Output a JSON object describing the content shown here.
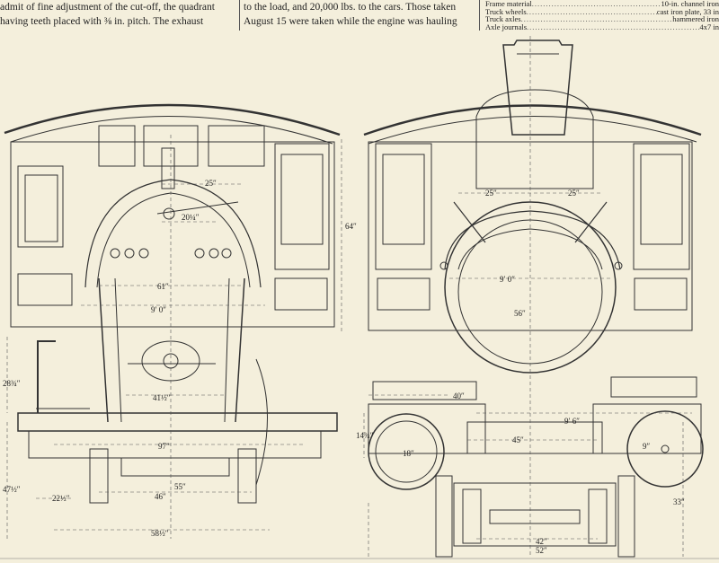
{
  "article": {
    "col1_lines": [
      "admit of fine adjustment of the cut-off, the quadrant",
      "having teeth placed with ⅜ in. pitch.  The exhaust"
    ],
    "col2_lines": [
      "to the load, and 20,000 lbs. to the cars.  Those taken",
      "August 15 were taken while the engine was hauling"
    ]
  },
  "specs": [
    {
      "label": "Frame material",
      "value": "10-in. channel iron"
    },
    {
      "label": "Truck wheels",
      "value": "cast iron plate, 33 in"
    },
    {
      "label": "Truck axles",
      "value": "hammered iron"
    },
    {
      "label": "Axle journals",
      "value": "4x7 in"
    }
  ],
  "dimensions": {
    "rear_25": "25″",
    "rear_20": "20¼″",
    "rear_61": "61″",
    "rear_90": "9′ 0″",
    "rear_41": "41½″",
    "rear_97": "97″",
    "rear_55": "55″",
    "rear_46": "46″",
    "rear_58": "58½″",
    "rear_22": "22½″",
    "rear_28": "28¾″",
    "rear_47": "47½″",
    "rear_64": "64″",
    "front_25a": "25″",
    "front_25b": "25″",
    "front_90": "9′ 0″",
    "front_56": "56″",
    "front_96": "9′ 6″",
    "front_45": "45″",
    "front_40": "40″",
    "front_14": "14¾″",
    "front_18": "18″",
    "front_42": "42″",
    "front_9": "9″",
    "front_33": "33″",
    "front_52": "52″"
  }
}
